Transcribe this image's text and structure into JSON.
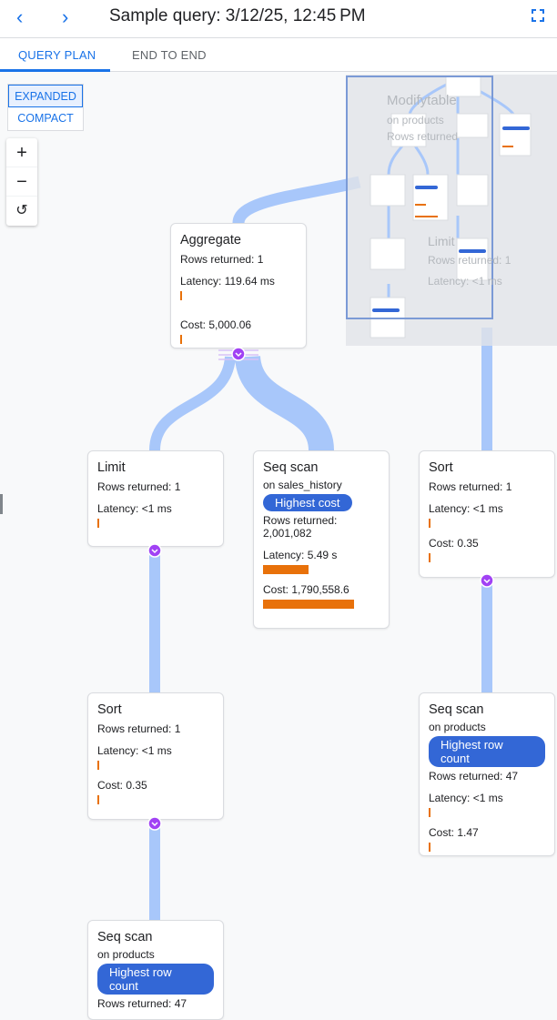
{
  "header": {
    "title": "Sample query: 3/12/25, 12:45 PM",
    "back_icon": "chevron-left",
    "forward_icon": "chevron-right",
    "fullscreen_icon": "fullscreen"
  },
  "tabs": [
    {
      "label": "QUERY PLAN",
      "active": true
    },
    {
      "label": "END TO END",
      "active": false
    }
  ],
  "view_toggle": {
    "expanded": "EXPANDED",
    "compact": "COMPACT",
    "selected": "EXPANDED"
  },
  "zoom_controls": {
    "zoom_in": "+",
    "zoom_out": "−",
    "reset": "↺"
  },
  "colors": {
    "accent": "#1a73e8",
    "badge": "#3367d6",
    "bar": "#e8710a",
    "link": "#a8c7fa",
    "expand": "#a142f4"
  },
  "ghost": {
    "modify_title": "Modifytable",
    "modify_on": "on products",
    "modify_rows": "Rows returned",
    "limit_title": "Limit",
    "limit_rows": "Rows returned: 1",
    "limit_latency": "Latency: <1 ms"
  },
  "nodes": [
    {
      "title": "Aggregate",
      "rows": "Rows returned: 1",
      "latency": "Latency: 119.64 ms",
      "latency_fraction": 0.02,
      "cost": "Cost: 5,000.06",
      "cost_fraction": 0.02
    },
    {
      "title": "Limit",
      "rows": "Rows returned: 1",
      "latency": "Latency: <1 ms",
      "latency_fraction": 0.02
    },
    {
      "title": "Seq scan",
      "on": "on sales_history",
      "badge": "Highest cost",
      "rows_label": "Rows returned:",
      "rows_value": "2,001,082",
      "latency": "Latency: 5.49 s",
      "latency_fraction": 0.5,
      "cost": "Cost: 1,790,558.6",
      "cost_fraction": 1.0
    },
    {
      "title": "Sort",
      "rows": "Rows returned: 1",
      "latency": "Latency: <1 ms",
      "latency_fraction": 0.02,
      "cost": "Cost: 0.35",
      "cost_fraction": 0.02
    },
    {
      "title": "Sort",
      "rows": "Rows returned: 1",
      "latency": "Latency: <1 ms",
      "latency_fraction": 0.02,
      "cost": "Cost: 0.35",
      "cost_fraction": 0.02
    },
    {
      "title": "Seq scan",
      "on": "on products",
      "badge": "Highest row count",
      "rows": "Rows returned: 47",
      "latency": "Latency: <1 ms",
      "latency_fraction": 0.02,
      "cost": "Cost: 1.47",
      "cost_fraction": 0.02
    },
    {
      "title": "Seq scan",
      "on": "on products",
      "badge": "Highest row count",
      "rows": "Rows returned: 47"
    }
  ]
}
